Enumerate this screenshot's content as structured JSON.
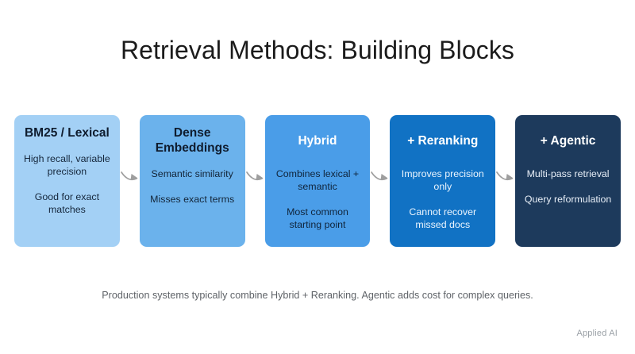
{
  "slide": {
    "title": "Retrieval Methods: Building Blocks",
    "caption": "Production systems typically combine Hybrid + Reranking. Agentic adds cost for complex queries.",
    "attribution": "Applied AI",
    "background": "#ffffff",
    "title_color": "#1b1b1b",
    "caption_color": "#5f6368",
    "attribution_color": "#9aa0a6",
    "connector_color": "#9e9e9e",
    "connector_icon": "curved-arrow-right-icon"
  },
  "cards": [
    {
      "id": "bm25-lexical",
      "title": "BM25 / Lexical",
      "lines": [
        "High recall, variable precision",
        "Good for exact matches"
      ],
      "bg": "#A3D0F5",
      "title_color": "#0f1c2e",
      "text_color": "#16283d",
      "title_lines": 2
    },
    {
      "id": "dense-embeddings",
      "title": "Dense Embeddings",
      "lines": [
        "Semantic similarity",
        "Misses exact terms"
      ],
      "bg": "#6BB2EC",
      "title_color": "#0f1c2e",
      "text_color": "#132538",
      "title_lines": 2
    },
    {
      "id": "hybrid",
      "title": "Hybrid",
      "lines": [
        "Combines lexical + semantic",
        "Most common starting point"
      ],
      "bg": "#4A9DE8",
      "title_color": "#ffffff",
      "text_color": "#10253c",
      "title_lines": 1
    },
    {
      "id": "reranking",
      "title": "+ Reranking",
      "lines": [
        "Improves precision only",
        "Cannot recover missed docs"
      ],
      "bg": "#1172C4",
      "title_color": "#ffffff",
      "text_color": "#eaf4fd",
      "title_lines": 1
    },
    {
      "id": "agentic",
      "title": "+ Agentic",
      "lines": [
        "Multi-pass retrieval",
        "Query reformulation"
      ],
      "bg": "#1D3A5C",
      "title_color": "#ffffff",
      "text_color": "#e7eef7",
      "title_lines": 1
    }
  ],
  "connectors": [
    {
      "id": "arrow-1",
      "from": "bm25-lexical",
      "to": "dense-embeddings"
    },
    {
      "id": "arrow-2",
      "from": "dense-embeddings",
      "to": "hybrid"
    },
    {
      "id": "arrow-3",
      "from": "hybrid",
      "to": "reranking"
    },
    {
      "id": "arrow-4",
      "from": "reranking",
      "to": "agentic"
    }
  ]
}
